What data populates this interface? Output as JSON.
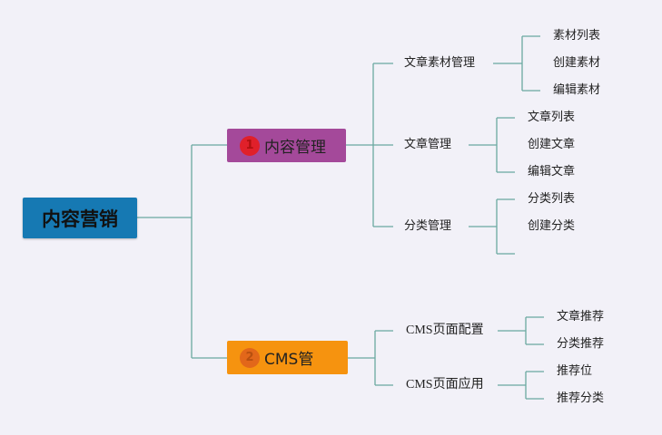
{
  "root": {
    "label": "内容营销"
  },
  "branches": [
    {
      "number": "1",
      "label": "内容管理",
      "children": [
        {
          "label": "文章素材管理",
          "leaves": [
            "素材列表",
            "创建素材",
            "编辑素材"
          ]
        },
        {
          "label": "文章管理",
          "leaves": [
            "文章列表",
            "创建文章",
            "编辑文章"
          ]
        },
        {
          "label": "分类管理",
          "leaves": [
            "分类列表",
            "创建分类",
            ""
          ]
        }
      ]
    },
    {
      "number": "2",
      "label": "CMS管",
      "children": [
        {
          "label": "CMS页面配置",
          "leaves": [
            "文章推荐",
            "分类推荐"
          ]
        },
        {
          "label": "CMS页面应用",
          "leaves": [
            "推荐位",
            "推荐分类"
          ]
        }
      ]
    }
  ],
  "colors": {
    "background": "#f2f1f8",
    "root": "#1679b3",
    "branch_1": "#a4499a",
    "branch_2": "#f6930f",
    "connector": "#6aa8a0"
  }
}
